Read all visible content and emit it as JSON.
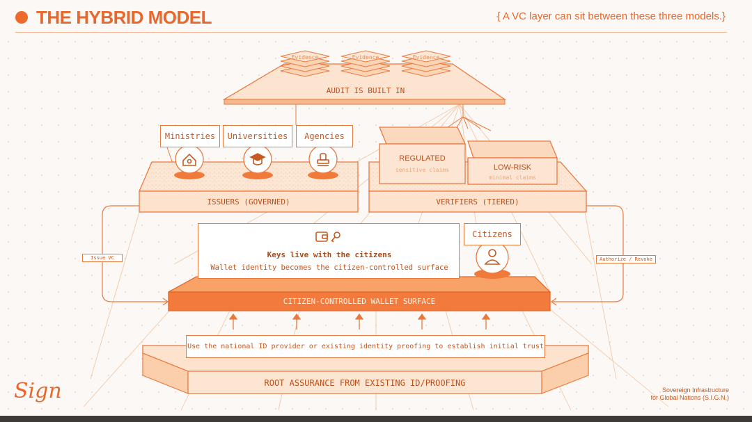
{
  "header": {
    "title": "THE HYBRID MODEL",
    "subtitle": "{ A VC layer can sit between these three models.}"
  },
  "audit": {
    "evidence_labels": [
      "Evidence",
      "Evidence",
      "Evidence"
    ],
    "label": "AUDIT IS BUILT IN"
  },
  "issuers": {
    "entities": [
      "Ministries",
      "Universities",
      "Agencies"
    ],
    "entity_icons": [
      "house-icon",
      "graduation-cap-icon",
      "stamp-icon"
    ],
    "label": "ISSUERS (GOVERNED)"
  },
  "verifiers": {
    "regulated_title": "REGULATED",
    "regulated_sub": "sensitive claims",
    "lowrisk_title": "LOW-RISK",
    "lowrisk_sub": "minimal claims",
    "label": "VERIFIERS (TIERED)"
  },
  "keys": {
    "icons": [
      "wallet-icon",
      "key-icon"
    ],
    "title": "Keys live with the citizens",
    "subtitle": "Wallet identity becomes the citizen-controlled surface"
  },
  "citizens": {
    "label": "Citizens",
    "icon": "person-icon"
  },
  "wallet": {
    "label": "CITIZEN-CONTROLLED WALLET SURFACE"
  },
  "flows": {
    "issue_vc": "Issue VC",
    "authorize": "Authorize / Revoke"
  },
  "root": {
    "note": "Use the national ID provider or existing identity proofing to establish initial trust",
    "label": "ROOT ASSURANCE FROM EXISTING ID/PROOFING"
  },
  "brand": {
    "logo": "Sign",
    "footer_line1": "Sovereign Infrastructure",
    "footer_line2": "for Global Nations (S.I.G.N.)"
  },
  "colors": {
    "accent": "#ec6a2c",
    "light_fill": "#fbe3cf",
    "wallet_fill": "#f27a3d",
    "line": "#e97a3e"
  }
}
